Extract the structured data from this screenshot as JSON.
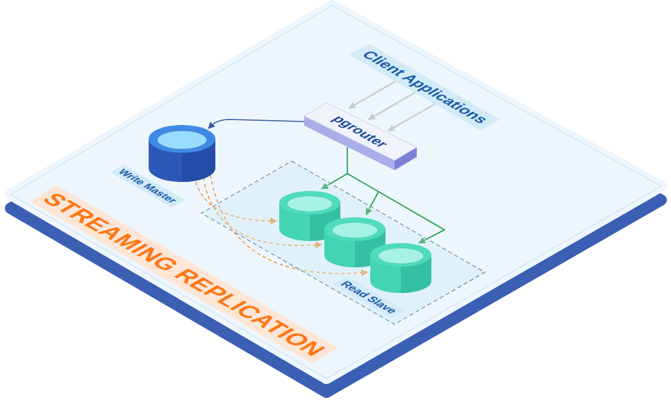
{
  "diagram": {
    "nodes": [
      {
        "text": [
          "Client Applications"
        ]
      },
      {
        "text": [
          "pgrouter"
        ]
      },
      {
        "text": [
          "Write Master"
        ]
      },
      {
        "text": [
          "Read Slave"
        ]
      }
    ],
    "edges": [
      {
        "from": 0,
        "to": 1,
        "arrow": "to"
      },
      {
        "from": 1,
        "to": 2,
        "arrow": "to"
      },
      {
        "from": 1,
        "to": 3,
        "arrow": "to"
      },
      {
        "from": 2,
        "to": 3,
        "arrow": "to"
      }
    ],
    "labels": [
      "STREAMING REPLICATION"
    ]
  }
}
